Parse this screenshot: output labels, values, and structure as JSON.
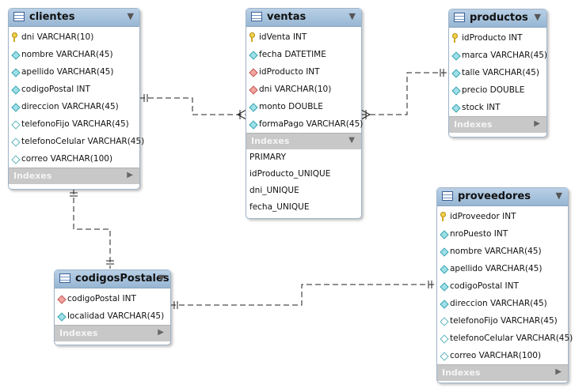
{
  "index_label": "Indexes",
  "tables": {
    "clientes": {
      "name": "clientes",
      "columns": [
        {
          "text": "dni VARCHAR(10)",
          "icon": "primary-key-icon"
        },
        {
          "text": "nombre VARCHAR(45)",
          "icon": "column-icon"
        },
        {
          "text": "apellido VARCHAR(45)",
          "icon": "column-icon"
        },
        {
          "text": "codigoPostal INT",
          "icon": "column-icon"
        },
        {
          "text": "direccion VARCHAR(45)",
          "icon": "column-icon"
        },
        {
          "text": "telefonoFijo VARCHAR(45)",
          "icon": "nullable-column-icon"
        },
        {
          "text": "telefonoCelular VARCHAR(45)",
          "icon": "nullable-column-icon"
        },
        {
          "text": "correo VARCHAR(100)",
          "icon": "nullable-column-icon"
        }
      ]
    },
    "ventas": {
      "name": "ventas",
      "columns": [
        {
          "text": "idVenta INT",
          "icon": "primary-key-icon"
        },
        {
          "text": "fecha DATETIME",
          "icon": "column-icon"
        },
        {
          "text": "idProducto INT",
          "icon": "foreign-key-icon"
        },
        {
          "text": "dni VARCHAR(10)",
          "icon": "foreign-key-icon"
        },
        {
          "text": "monto DOUBLE",
          "icon": "column-icon"
        },
        {
          "text": "formaPago VARCHAR(45)",
          "icon": "column-icon"
        }
      ],
      "indexes": [
        "PRIMARY",
        "idProducto_UNIQUE",
        "dni_UNIQUE",
        "fecha_UNIQUE"
      ]
    },
    "productos": {
      "name": "productos",
      "columns": [
        {
          "text": "idProducto INT",
          "icon": "primary-key-icon"
        },
        {
          "text": "marca VARCHAR(45)",
          "icon": "column-icon"
        },
        {
          "text": "talle VARCHAR(45)",
          "icon": "column-icon"
        },
        {
          "text": "precio DOUBLE",
          "icon": "column-icon"
        },
        {
          "text": "stock INT",
          "icon": "column-icon"
        }
      ]
    },
    "codigosPostales": {
      "name": "codigosPostales",
      "columns": [
        {
          "text": "codigoPostal INT",
          "icon": "foreign-key-icon"
        },
        {
          "text": "localidad VARCHAR(45)",
          "icon": "column-icon"
        }
      ]
    },
    "proveedores": {
      "name": "proveedores",
      "columns": [
        {
          "text": "idProveedor INT",
          "icon": "primary-key-icon"
        },
        {
          "text": "nroPuesto INT",
          "icon": "column-icon"
        },
        {
          "text": "nombre VARCHAR(45)",
          "icon": "column-icon"
        },
        {
          "text": "apellido VARCHAR(45)",
          "icon": "column-icon"
        },
        {
          "text": "codigoPostal INT",
          "icon": "column-icon"
        },
        {
          "text": "direccion VARCHAR(45)",
          "icon": "column-icon"
        },
        {
          "text": "telefonoFijo VARCHAR(45)",
          "icon": "nullable-column-icon"
        },
        {
          "text": "telefonoCelular VARCHAR(45)",
          "icon": "nullable-column-icon"
        },
        {
          "text": "correo VARCHAR(100)",
          "icon": "nullable-column-icon"
        }
      ]
    }
  }
}
